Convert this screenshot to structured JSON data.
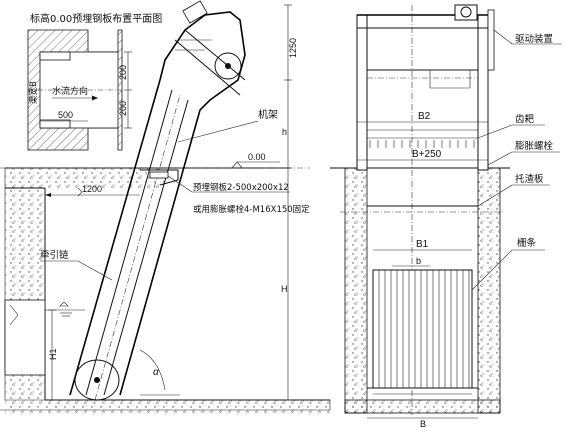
{
  "plan_view": {
    "title": "标高0.00预埋钢板布置平面图",
    "water_dir": "水流方向",
    "channel_width": "渠宽B",
    "dim_200a": "200",
    "dim_200b": "200",
    "dim_500": "500"
  },
  "side_view": {
    "frame": "机架",
    "elevation": "0.00",
    "dim_1250": "1250",
    "dim_1200": "1200",
    "plate_note_1": "预埋钢板2-500x200x12",
    "plate_note_2": "或用膨胀螺栓4-M16X150固定",
    "traction_chain": "牵引链",
    "h_small": "h",
    "h_big": "H",
    "h1": "H1",
    "alpha": "α"
  },
  "front_view": {
    "drive": "驱动装置",
    "rake_teeth": "齿耙",
    "anchor_bolt": "膨胀螺栓",
    "support_plate": "托渣板",
    "grid_bars": "栅条",
    "b2": "B2",
    "b_plus": "B+250",
    "b1": "B1",
    "b_small": "b",
    "b_bottom": "B"
  }
}
